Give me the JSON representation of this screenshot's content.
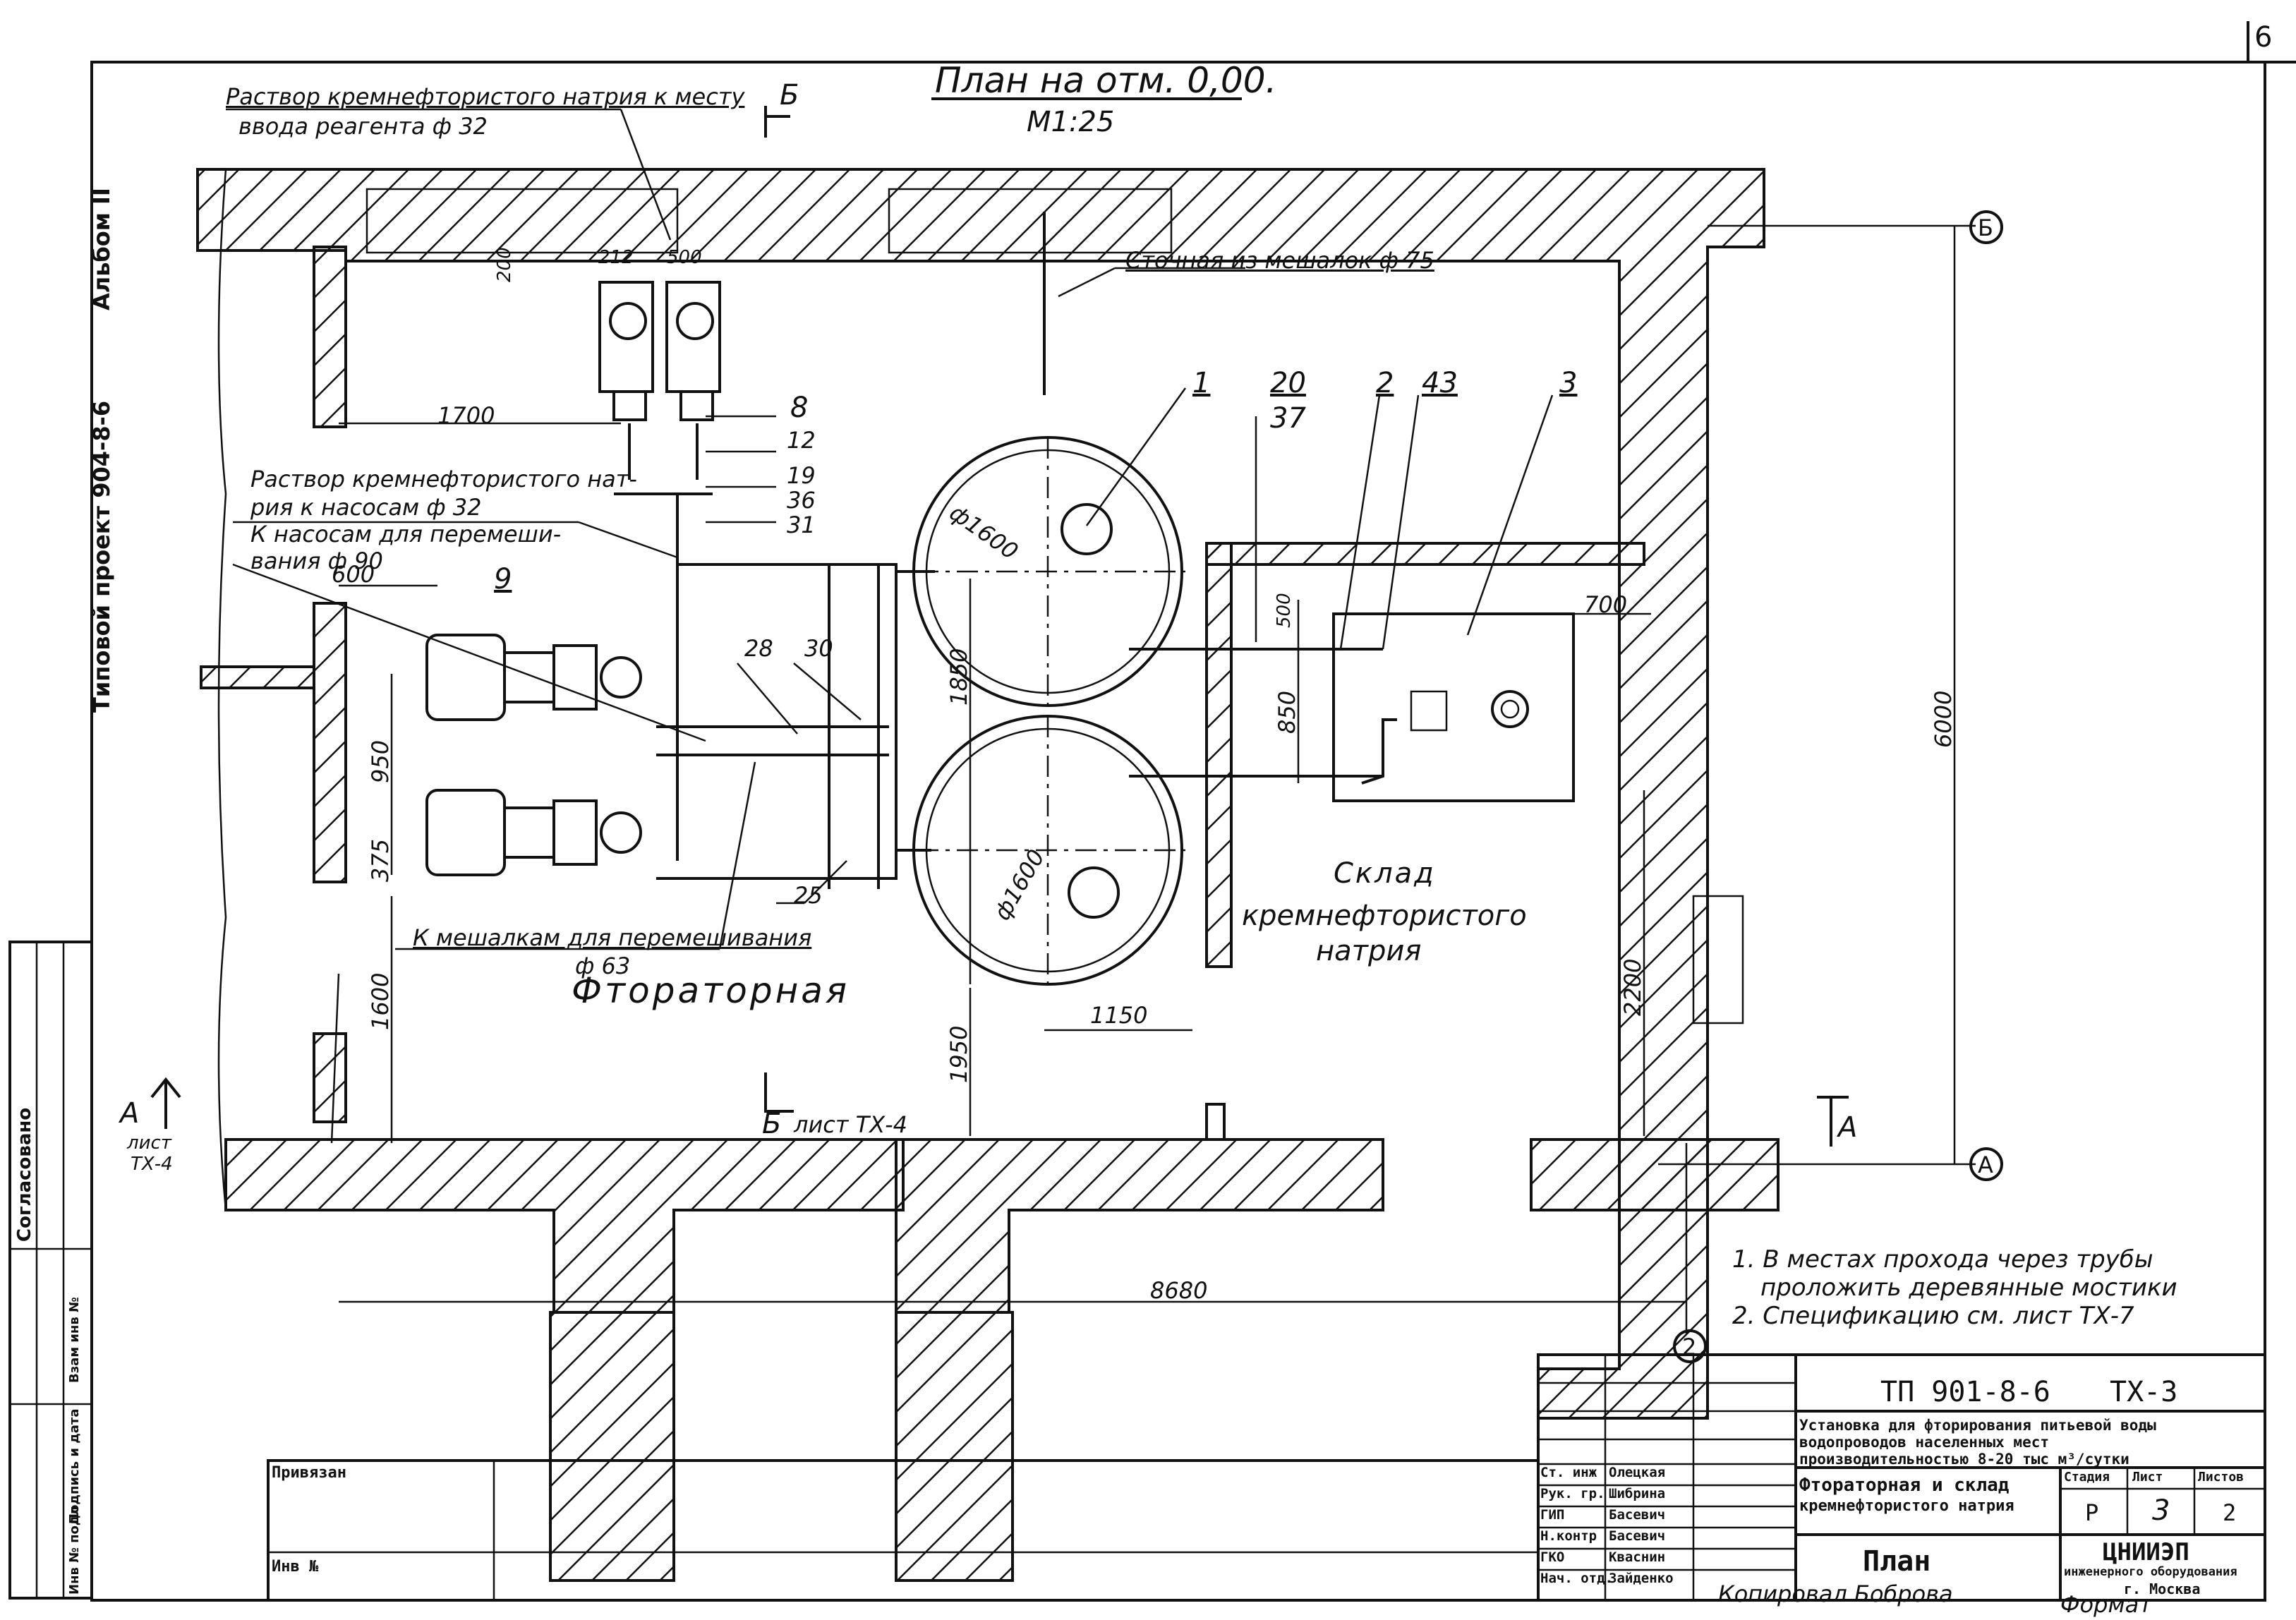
{
  "title": {
    "main": "План на отм. 0,00.",
    "scale": "М1:25"
  },
  "margin": {
    "album": "Альбом II",
    "project": "Типовой проект 904-8-6",
    "agreed": "Согласовано",
    "cols": [
      "Инв № подл",
      "Подпись и дата",
      "Взам инв №"
    ]
  },
  "page_corner": "6",
  "callouts": {
    "reagent_line1": "Раствор кремнефтористого натрия к месту",
    "reagent_line2": "ввода реагента ф 32",
    "pumps_line1": "Раствор кремнефтористого нат-",
    "pumps_line2": "рия к насосам ф 32",
    "mixing_line1": "К насосам для перемеши-",
    "mixing_line2": "вания ф 90",
    "drain": "Сточная из мешалок ф 75",
    "stirrers_line1": "К мешалкам для перемешивания",
    "stirrers_line2": "ф 63"
  },
  "rooms": {
    "fluor": "Фтораторная",
    "store1": "Склад",
    "store2": "кремнефтористого",
    "store3": "натрия"
  },
  "sections": {
    "b_top": "Б",
    "b_bottom": "Б",
    "b_sheet": "лист ТХ-4",
    "a_left": "А",
    "a_sheet1": "лист",
    "a_sheet2": "ТХ-4",
    "a_right": "А"
  },
  "axes": {
    "b": "Б",
    "a": "А",
    "two": "2"
  },
  "dims": {
    "d200": "200",
    "d212": "212",
    "d500": "500",
    "d1700": "1700",
    "d600": "600",
    "d950": "950",
    "d375": "375",
    "d1600": "1600",
    "d1850": "1850",
    "d1950": "1950",
    "d1150": "1150",
    "d500b": "500",
    "d850": "850",
    "d700": "700",
    "d2200": "2200",
    "d6000": "6000",
    "d8680": "8680"
  },
  "diam": {
    "t1": "ф1600",
    "t2": "ф1600"
  },
  "pos": {
    "p1": "1",
    "p2": "2",
    "p3": "3",
    "p8": "8",
    "p9": "9",
    "p12": "12",
    "p19": "19",
    "p20": "20",
    "p25": "25",
    "p28": "28",
    "p30": "30",
    "p31": "31",
    "p36": "36",
    "p37": "37",
    "p43": "43"
  },
  "notes": {
    "n1a": "1. В местах прохода через трубы",
    "n1b": "проложить деревянные мостики",
    "n2": "2. Спецификацию см. лист ТХ-7"
  },
  "stamp": {
    "code": "ТП 901-8-6",
    "sheet_code": "ТХ-3",
    "desc1": "Установка для фторирования питьевой воды",
    "desc2": "водопроводов населенных мест",
    "desc3": "производительностью 8-20 тыс м³/сутки",
    "name1": "Фтораторная и склад",
    "name2": "кремнефтористого натрия",
    "hdr_stage": "Стадия",
    "hdr_sheet": "Лист",
    "hdr_sheets": "Листов",
    "stage": "Р",
    "sheet": "3",
    "sheets": "2",
    "plan": "План",
    "org1": "ЦНИИЭП",
    "org2": "инженерного оборудования",
    "org3": "г. Москва",
    "bound": "Привязан",
    "inv": "Инв №",
    "roles": [
      "Ст. инж",
      "Рук. гр.",
      "ГИП",
      "Н.контр",
      "ГКО",
      "Нач. отд."
    ],
    "names": [
      "Олецкая",
      "Шибрина",
      "Басевич",
      "Басевич",
      "Кваснин",
      "Зайденко"
    ],
    "copied": "Копировал Боброва",
    "format": "Формат"
  }
}
